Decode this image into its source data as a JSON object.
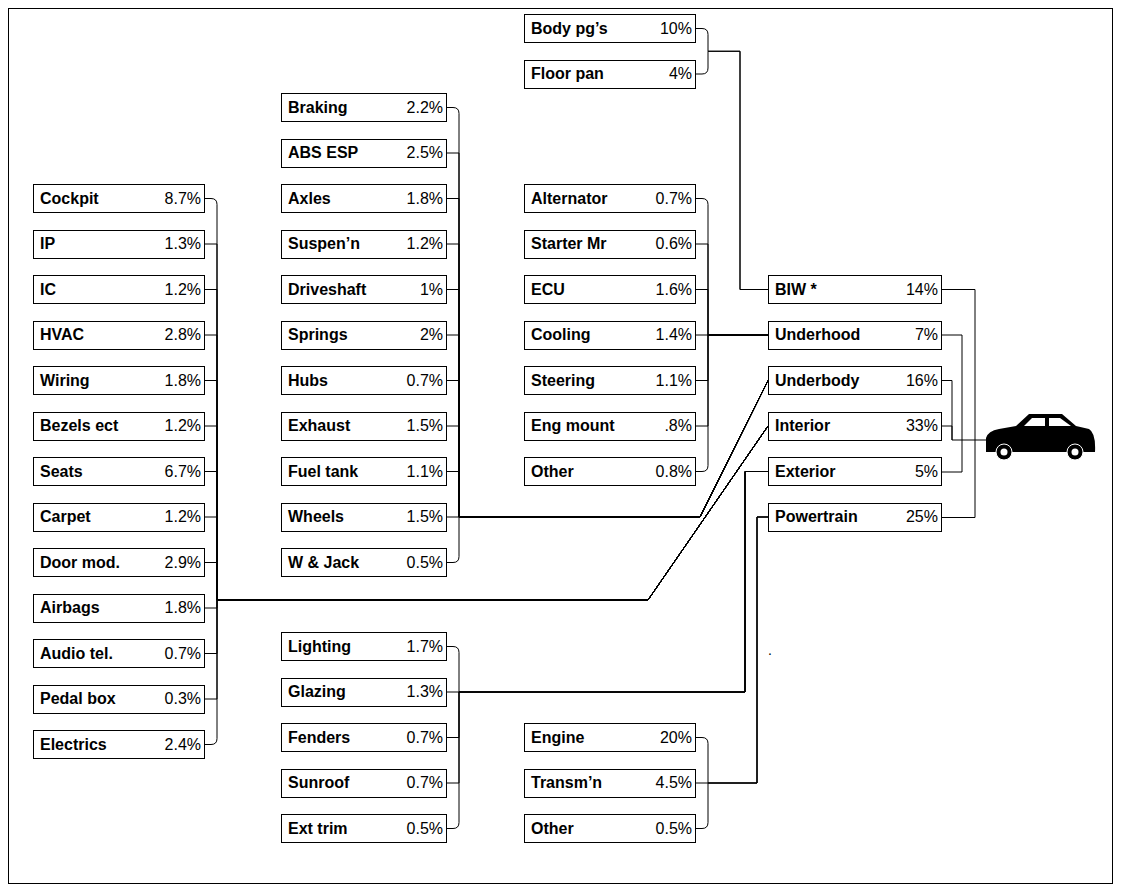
{
  "diagram": {
    "nodes": [
      {
        "text": [
          "Body pg’s",
          "10%"
        ]
      },
      {
        "text": [
          "Floor pan",
          "4%"
        ]
      },
      {
        "text": [
          "Braking",
          "2.2%"
        ]
      },
      {
        "text": [
          "ABS ESP",
          "2.5%"
        ]
      },
      {
        "text": [
          "Axles",
          "1.8%"
        ]
      },
      {
        "text": [
          "Suspen’n",
          "1.2%"
        ]
      },
      {
        "text": [
          "Driveshaft",
          "1%"
        ]
      },
      {
        "text": [
          "Springs",
          "2%"
        ]
      },
      {
        "text": [
          "Hubs",
          "0.7%"
        ]
      },
      {
        "text": [
          "Exhaust",
          "1.5%"
        ]
      },
      {
        "text": [
          "Fuel tank",
          "1.1%"
        ]
      },
      {
        "text": [
          "Wheels",
          "1.5%"
        ]
      },
      {
        "text": [
          "W & Jack",
          "0.5%"
        ]
      },
      {
        "text": [
          "Cockpit",
          "8.7%"
        ]
      },
      {
        "text": [
          "IP",
          "1.3%"
        ]
      },
      {
        "text": [
          "IC",
          "1.2%"
        ]
      },
      {
        "text": [
          "HVAC",
          "2.8%"
        ]
      },
      {
        "text": [
          "Wiring",
          "1.8%"
        ]
      },
      {
        "text": [
          "Bezels ect",
          "1.2%"
        ]
      },
      {
        "text": [
          "Seats",
          "6.7%"
        ]
      },
      {
        "text": [
          "Carpet",
          "1.2%"
        ]
      },
      {
        "text": [
          "Door mod.",
          "2.9%"
        ]
      },
      {
        "text": [
          "Airbags",
          "1.8%"
        ]
      },
      {
        "text": [
          "Audio tel.",
          "0.7%"
        ]
      },
      {
        "text": [
          "Pedal box",
          "0.3%"
        ]
      },
      {
        "text": [
          "Electrics",
          "2.4%"
        ]
      },
      {
        "text": [
          "Alternator",
          "0.7%"
        ]
      },
      {
        "text": [
          "Starter Mr",
          "0.6%"
        ]
      },
      {
        "text": [
          "ECU",
          "1.6%"
        ]
      },
      {
        "text": [
          "Cooling",
          "1.4%"
        ]
      },
      {
        "text": [
          "Steering",
          "1.1%"
        ]
      },
      {
        "text": [
          "Eng mount",
          ".8%"
        ]
      },
      {
        "text": [
          "Other",
          "0.8%"
        ]
      },
      {
        "text": [
          "BIW *",
          "14%"
        ]
      },
      {
        "text": [
          "Underhood",
          "7%"
        ]
      },
      {
        "text": [
          "Underbody",
          "16%"
        ]
      },
      {
        "text": [
          "Interior",
          "33%"
        ]
      },
      {
        "text": [
          "Exterior",
          "5%"
        ]
      },
      {
        "text": [
          "Powertrain",
          "25%"
        ]
      },
      {
        "text": [
          "Lighting",
          "1.7%"
        ]
      },
      {
        "text": [
          "Glazing",
          "1.3%"
        ]
      },
      {
        "text": [
          "Fenders",
          "0.7%"
        ]
      },
      {
        "text": [
          "Sunroof",
          "0.7%"
        ]
      },
      {
        "text": [
          "Ext trim",
          "0.5%"
        ]
      },
      {
        "text": [
          "Engine",
          "20%"
        ]
      },
      {
        "text": [
          "Transm’n",
          "4.5%"
        ]
      },
      {
        "text": [
          "Other",
          "0.5%"
        ]
      }
    ],
    "edges": [
      {
        "from": 0,
        "to": 33,
        "arrow": "none"
      },
      {
        "from": 1,
        "to": 33,
        "arrow": "none"
      },
      {
        "from": 2,
        "to": 35,
        "arrow": "none"
      },
      {
        "from": 3,
        "to": 35,
        "arrow": "none"
      },
      {
        "from": 4,
        "to": 35,
        "arrow": "none"
      },
      {
        "from": 5,
        "to": 35,
        "arrow": "none"
      },
      {
        "from": 6,
        "to": 35,
        "arrow": "none"
      },
      {
        "from": 7,
        "to": 35,
        "arrow": "none"
      },
      {
        "from": 8,
        "to": 35,
        "arrow": "none"
      },
      {
        "from": 9,
        "to": 35,
        "arrow": "none"
      },
      {
        "from": 10,
        "to": 35,
        "arrow": "none"
      },
      {
        "from": 11,
        "to": 35,
        "arrow": "none"
      },
      {
        "from": 12,
        "to": 35,
        "arrow": "none"
      },
      {
        "from": 13,
        "to": 36,
        "arrow": "none"
      },
      {
        "from": 14,
        "to": 36,
        "arrow": "none"
      },
      {
        "from": 15,
        "to": 36,
        "arrow": "none"
      },
      {
        "from": 16,
        "to": 36,
        "arrow": "none"
      },
      {
        "from": 17,
        "to": 36,
        "arrow": "none"
      },
      {
        "from": 18,
        "to": 36,
        "arrow": "none"
      },
      {
        "from": 19,
        "to": 36,
        "arrow": "none"
      },
      {
        "from": 20,
        "to": 36,
        "arrow": "none"
      },
      {
        "from": 21,
        "to": 36,
        "arrow": "none"
      },
      {
        "from": 22,
        "to": 36,
        "arrow": "none"
      },
      {
        "from": 23,
        "to": 36,
        "arrow": "none"
      },
      {
        "from": 24,
        "to": 36,
        "arrow": "none"
      },
      {
        "from": 25,
        "to": 36,
        "arrow": "none"
      },
      {
        "from": 26,
        "to": 34,
        "arrow": "none"
      },
      {
        "from": 27,
        "to": 34,
        "arrow": "none"
      },
      {
        "from": 28,
        "to": 34,
        "arrow": "none"
      },
      {
        "from": 29,
        "to": 34,
        "arrow": "none"
      },
      {
        "from": 30,
        "to": 34,
        "arrow": "none"
      },
      {
        "from": 31,
        "to": 34,
        "arrow": "none"
      },
      {
        "from": 32,
        "to": 34,
        "arrow": "none"
      },
      {
        "from": 39,
        "to": 37,
        "arrow": "none"
      },
      {
        "from": 40,
        "to": 37,
        "arrow": "none"
      },
      {
        "from": 41,
        "to": 37,
        "arrow": "none"
      },
      {
        "from": 42,
        "to": 37,
        "arrow": "none"
      },
      {
        "from": 43,
        "to": 37,
        "arrow": "none"
      },
      {
        "from": 44,
        "to": 38,
        "arrow": "none"
      },
      {
        "from": 45,
        "to": 38,
        "arrow": "none"
      },
      {
        "from": 46,
        "to": 38,
        "arrow": "none"
      }
    ],
    "labels": [
      "."
    ]
  }
}
